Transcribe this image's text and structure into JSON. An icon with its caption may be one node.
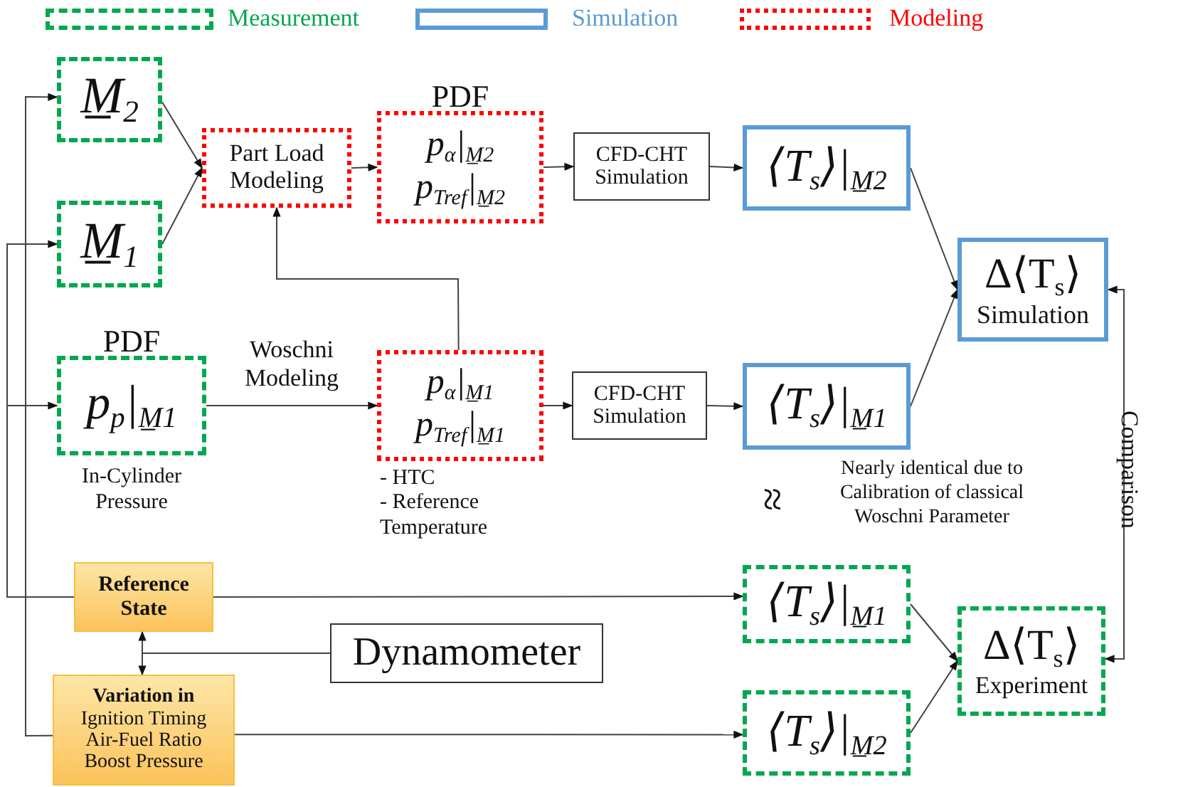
{
  "diagram": {
    "nodes": [
      {
        "text": [
          "M̲$_{2}$"
        ]
      },
      {
        "text": [
          "Part Load Modeling"
        ]
      },
      {
        "text": [
          "PDF",
          "p$_{α}$|$_{M̲2}$",
          "p$_{Tref}$|$_{M̲2}$"
        ]
      },
      {
        "text": [
          "CFD-CHT Simulation"
        ]
      },
      {
        "text": [
          "⟨T$_{s}$⟩|$_{M̲2}$"
        ]
      },
      {
        "text": [
          "M̲$_{1}$"
        ]
      },
      {
        "text": [
          "Δ⟨T$_{s}$⟩",
          "Simulation"
        ]
      },
      {
        "text": [
          "PDF",
          "p$_{p}$|$_{M̲1}$"
        ],
        "beside": [
          "In-Cylinder Pressure"
        ]
      },
      {
        "text": [
          "p$_{α}$|$_{M̲1}$",
          "p$_{Tref}$|$_{M̲1}$"
        ],
        "beside": [
          "- HTC",
          "- Reference Temperature"
        ]
      },
      {
        "text": [
          "CFD-CHT Simulation"
        ]
      },
      {
        "text": [
          "⟨T$_{s}$⟩|$_{M̲1}$"
        ]
      },
      {
        "text": [
          "Reference State"
        ]
      },
      {
        "text": [
          "⟨T$_{s}$⟩|$_{M̲1}$"
        ]
      },
      {
        "text": [
          "Dynamometer"
        ]
      },
      {
        "text": [
          "Δ⟨T$_{s}$⟩",
          "Experiment"
        ]
      },
      {
        "text": [
          "Variation in",
          "Ignition Timing",
          "Air-Fuel Ratio",
          "Boost Pressure"
        ]
      },
      {
        "text": [
          "⟨T$_{s}$⟩|$_{M̲2}$"
        ]
      }
    ],
    "edges": [
      {
        "from": 11,
        "to": 5,
        "arrow": "to"
      },
      {
        "from": 11,
        "to": 7,
        "arrow": "to"
      },
      {
        "from": 15,
        "to": 0,
        "arrow": "to"
      },
      {
        "from": 0,
        "to": 1,
        "arrow": "to"
      },
      {
        "from": 5,
        "to": 1,
        "arrow": "to"
      },
      {
        "from": 1,
        "to": 2,
        "arrow": "to"
      },
      {
        "from": 2,
        "to": 3,
        "arrow": "to"
      },
      {
        "from": 3,
        "to": 4,
        "arrow": "to"
      },
      {
        "from": 4,
        "to": 6,
        "arrow": "to"
      },
      {
        "from": 7,
        "to": 8,
        "arrow": "to",
        "label": "Woschni Modeling"
      },
      {
        "from": 8,
        "to": 1,
        "arrow": "to"
      },
      {
        "from": 8,
        "to": 9,
        "arrow": "to"
      },
      {
        "from": 9,
        "to": 10,
        "arrow": "to"
      },
      {
        "from": 10,
        "to": 6,
        "arrow": "to"
      },
      {
        "from": 11,
        "to": 12,
        "arrow": "to"
      },
      {
        "from": 15,
        "to": 16,
        "arrow": "to"
      },
      {
        "from": 12,
        "to": 14,
        "arrow": "to"
      },
      {
        "from": 16,
        "to": 14,
        "arrow": "to"
      },
      {
        "from": 14,
        "to": 6,
        "arrow": "both",
        "label": "Comparison"
      },
      {
        "from": 13,
        "to": 11,
        "arrow": "to"
      },
      {
        "from": 13,
        "to": 15,
        "arrow": "to"
      }
    ],
    "labels": [
      "≈",
      "Nearly identical due to Calibration of classical Woschni Parameter"
    ],
    "legend": [
      {
        "text": "Measurement",
        "color": "#00a84f"
      },
      {
        "text": "Simulation",
        "color": "#5b9bd5"
      },
      {
        "text": "Modeling",
        "color": "#ff0000"
      }
    ]
  }
}
